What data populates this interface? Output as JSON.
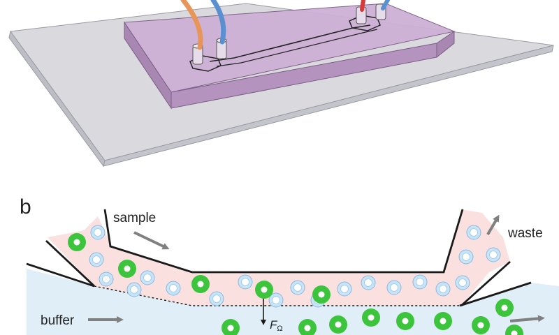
{
  "panel_label": "b",
  "labels": {
    "sample": "sample",
    "waste": "waste",
    "buffer": "buffer",
    "force": "F",
    "force_subscript": "Ω"
  },
  "colors": {
    "slide": "#d6d6dc",
    "chip": "#c8a8d2",
    "tube_orange": "#e8955a",
    "tube_blue": "#5a8fd0",
    "tube_red": "#d83a3a",
    "sample_stream": "#fbe0e0",
    "buffer_stream": "#e0eef8",
    "large_particle": "#3cc43c",
    "small_particle": "#c8e4f8",
    "arrow": "#808080",
    "wall": "#1a1a1a"
  },
  "particles": {
    "large_count": 14,
    "small_count": 20
  }
}
